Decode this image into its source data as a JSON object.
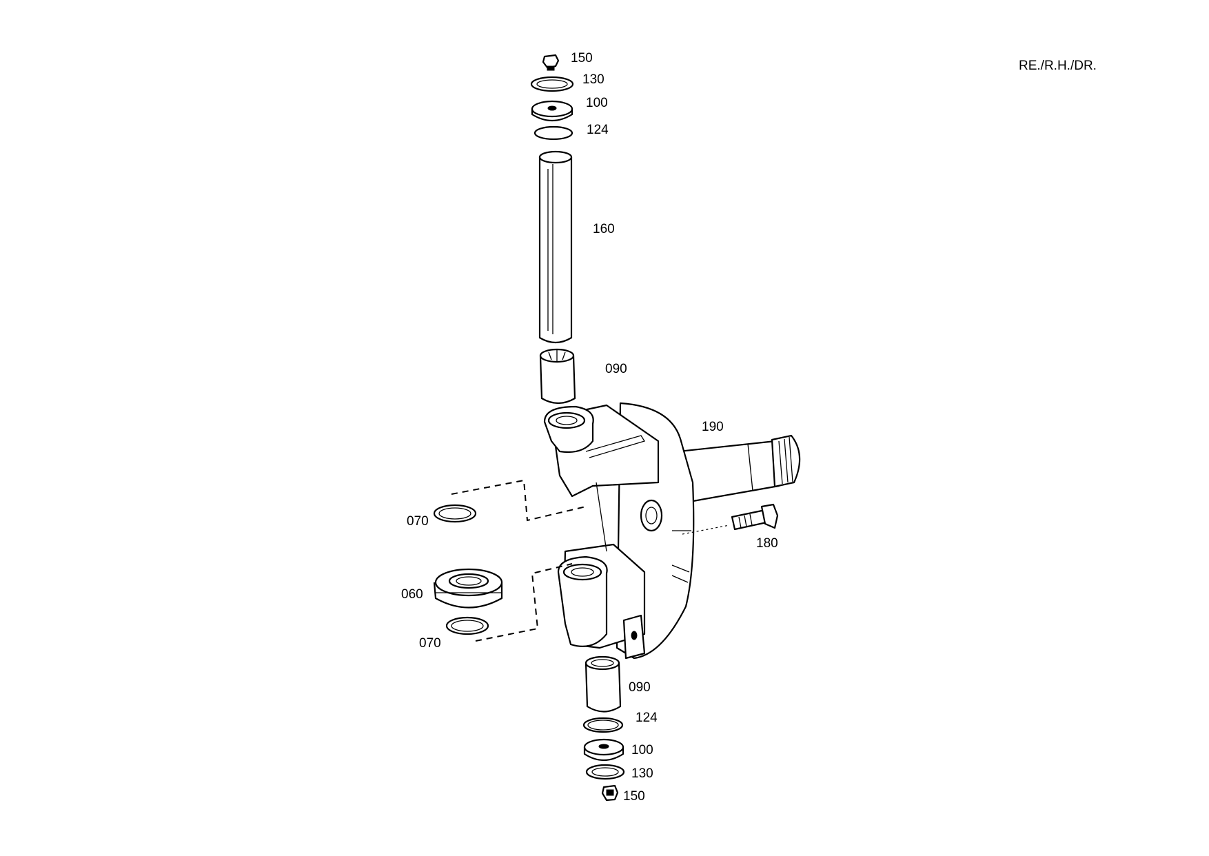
{
  "header": {
    "orientation_label": "RE./R.H./DR."
  },
  "callouts": {
    "top_150": "150",
    "top_130": "130",
    "top_100": "100",
    "top_124": "124",
    "pin_160": "160",
    "top_090": "090",
    "knuckle_190": "190",
    "upper_070": "070",
    "bearing_060": "060",
    "lower_070": "070",
    "bolt_180": "180",
    "bottom_090": "090",
    "bottom_124": "124",
    "bottom_100": "100",
    "bottom_130": "130",
    "bottom_150": "150"
  }
}
